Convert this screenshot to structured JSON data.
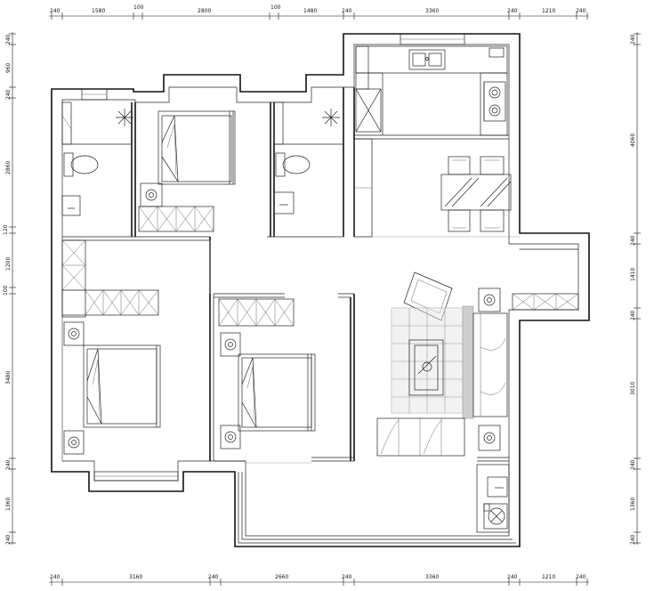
{
  "dimensions": {
    "top": [
      "240",
      "1580",
      "100",
      "2800",
      "100",
      "1480",
      "240",
      "3360",
      "240",
      "1210",
      "240"
    ],
    "bottom": [
      "240",
      "3160",
      "240",
      "2660",
      "240",
      "3360",
      "240",
      "1210",
      "240"
    ],
    "left": [
      "240",
      "960",
      "240",
      "2860",
      "120",
      "1200",
      "100",
      "3480",
      "240",
      "1360",
      "240"
    ],
    "right": [
      "240",
      "4060",
      "240",
      "1410",
      "240",
      "3010",
      "240",
      "1360",
      "240"
    ]
  }
}
